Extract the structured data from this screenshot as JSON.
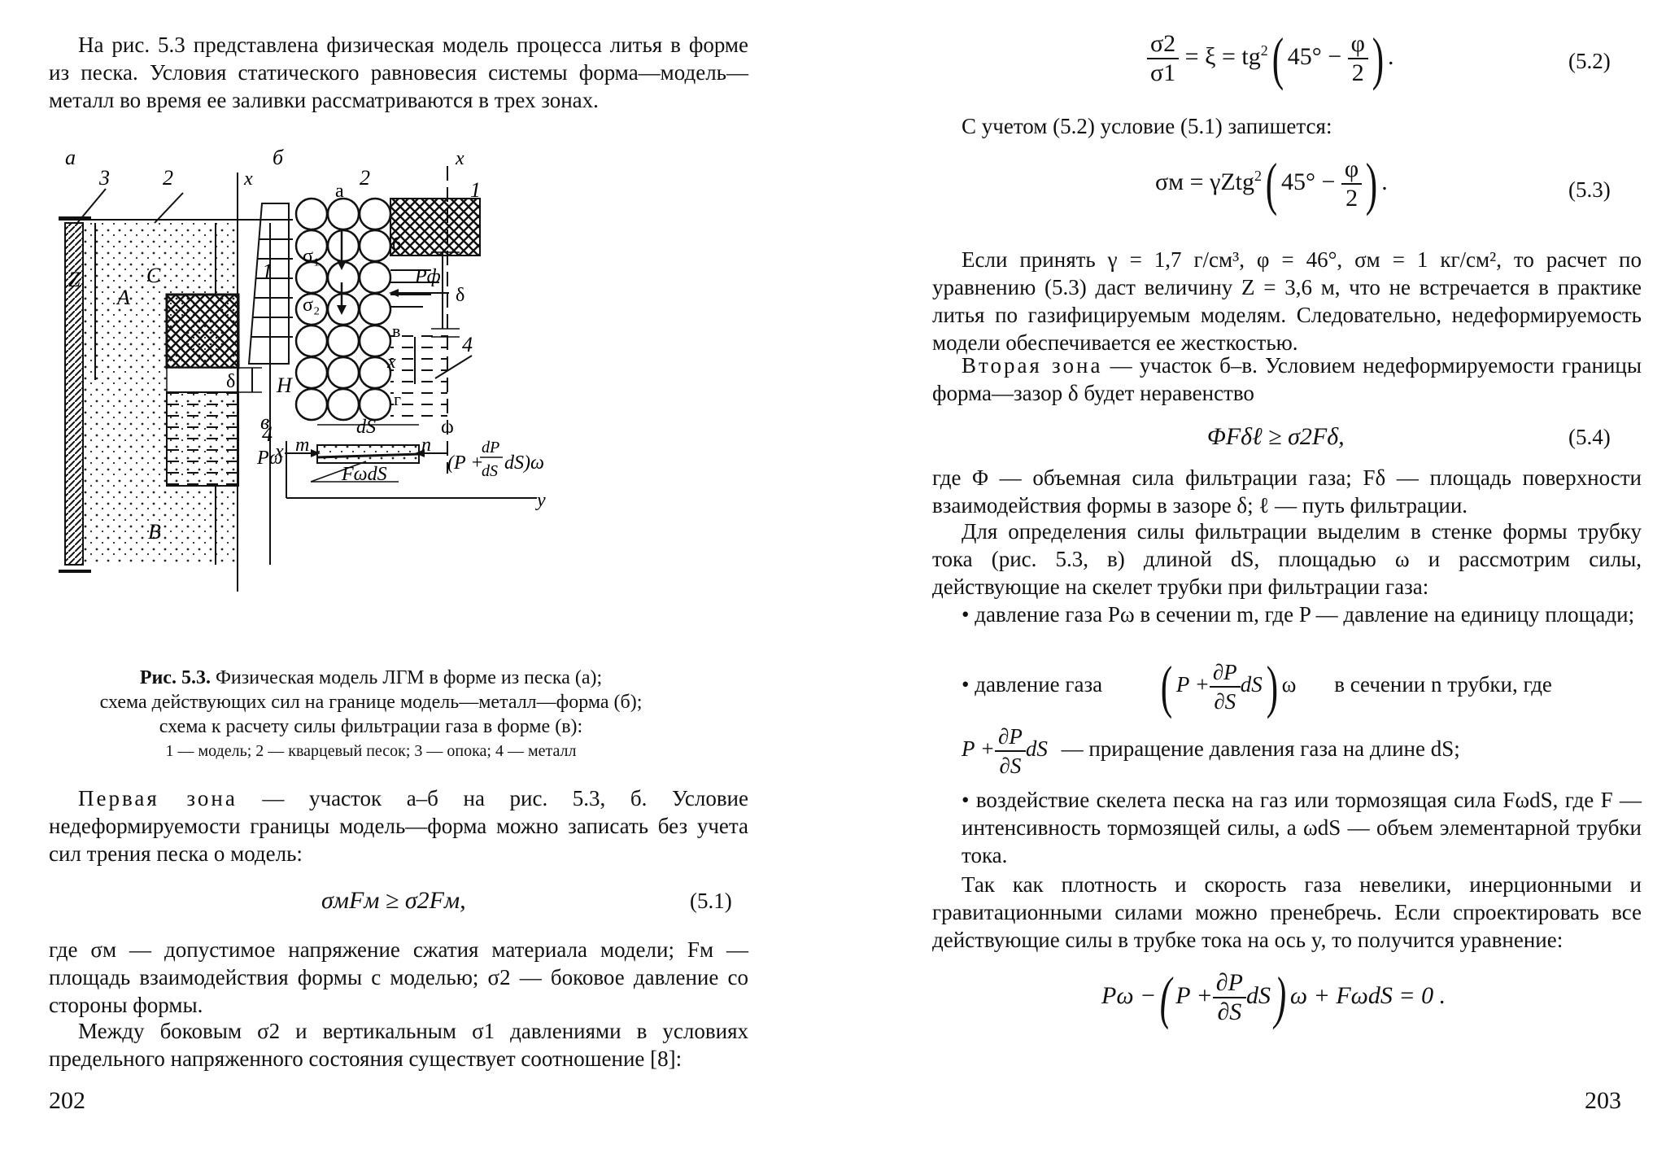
{
  "left": {
    "intro": "На рис. 5.3 представлена физическая модель процесса литья в форме из песка. Условия статического равновесия системы форма—модель—металл во время ее заливки рассматриваются в трех зонах.",
    "figure": {
      "label_a": "а",
      "label_b": "б",
      "label_v": "в",
      "n1": "1",
      "n2": "2",
      "n3": "3",
      "n4": "4",
      "x": "x",
      "y": "y",
      "Z": "Z",
      "H": "H",
      "A": "A",
      "B": "B",
      "C": "C",
      "delta": "δ",
      "sigma1": "σ₁",
      "sigma2": "σ₂",
      "Pf": "Pф",
      "pt_a": "а",
      "pt_b": "б",
      "pt_v": "в",
      "pt_g": "г",
      "m": "m",
      "n": "n",
      "dS": "dS",
      "omega": "ω",
      "Pomega": "Pω",
      "Fomega": "FωdS",
      "rhs_num": "dP",
      "rhs_den": "dS",
      "rhs_pre": "(P +",
      "rhs_post": "dS)ω"
    },
    "caption_title": "Рис. 5.3.",
    "caption_l1": "Физическая модель ЛГМ в форме из песка (а);",
    "caption_l2": "схема действующих сил на границе модель—металл—форма (б);",
    "caption_l3": "схема к расчету силы фильтрации газа в форме (в):",
    "caption_l4": "1 — модель; 2 — кварцевый песок; 3 — опока; 4 — металл",
    "zone1_head": "Первая зона",
    "zone1": "— участок а–б на рис. 5.3, б. Условие недеформируемости границы модель—форма можно записать без учета сил трения песка о модель:",
    "eq51": "σмFм ≥ σ2Fм,",
    "eq51_num": "(5.1)",
    "where1": "где σм — допустимое напряжение сжатия материала модели; Fм — площадь взаимодействия формы с моделью; σ2 — боковое давление со стороны формы.",
    "between": "Между боковым σ2 и вертикальным σ1 давлениями в условиях предельного напряженного состояния существует соотношение [8]:",
    "page_num": "202"
  },
  "right": {
    "eq52_lhs_num": "σ2",
    "eq52_lhs_den": "σ1",
    "eq52_mid": "= ξ = tg",
    "eq52_ang": "45° −",
    "eq52_phi": "φ",
    "eq52_two": "2",
    "eq52_num": "(5.2)",
    "with52": "С учетом (5.2) условие (5.1) запишется:",
    "eq53_lhs": "σм = γZtg",
    "eq53_num": "(5.3)",
    "if_text": "Если принять γ = 1,7 г/см³, φ = 46°, σм = 1 кг/см², то расчет по уравнению (5.3) даст величину Z = 3,6 м, что не встречается в практике литья по газифицируемым моделям. Следовательно, недеформируемость модели обеспечивается ее жесткостью.",
    "zone2_head": "Вторая зона",
    "zone2": "— участок б–в. Условием недеформируемости границы форма—зазор δ будет неравенство",
    "eq54": "ΦFδℓ ≥ σ2Fδ,",
    "eq54_num": "(5.4)",
    "where2": "где Φ — объемная сила фильтрации газа; Fδ — площадь поверхности взаимодействия формы в зазоре δ; ℓ — путь фильтрации.",
    "filt": "Для определения силы фильтрации выделим в стенке формы трубку тока (рис. 5.3, в) длиной dS, площадью ω и рассмотрим силы, действующие на скелет трубки при фильтрации газа:",
    "b1": "• давление газа Pω в сечении m, где P — давление на единицу площади;",
    "b2_pre": "• давление газа",
    "b2_post": "в сечении n трубки, где",
    "P": "P +",
    "dP": "∂P",
    "dS": "∂S",
    "dSt": "dS",
    "omega": "ω",
    "incr": "— приращение давления газа на длине dS;",
    "b3": "• воздействие скелета песка на газ или тормозящая сила FωdS, где F — интенсивность тормозящей силы, а ωdS — объем элементарной трубки тока.",
    "since": "Так как плотность и скорость газа невелики, инерционными и гравитационными силами можно пренебречь. Если спроектировать все действующие силы в трубке тока на ось y, то получится уравнение:",
    "eq_final_pre": "Pω −",
    "eq_final_post": "ω + FωdS = 0 .",
    "page_num": "203"
  }
}
